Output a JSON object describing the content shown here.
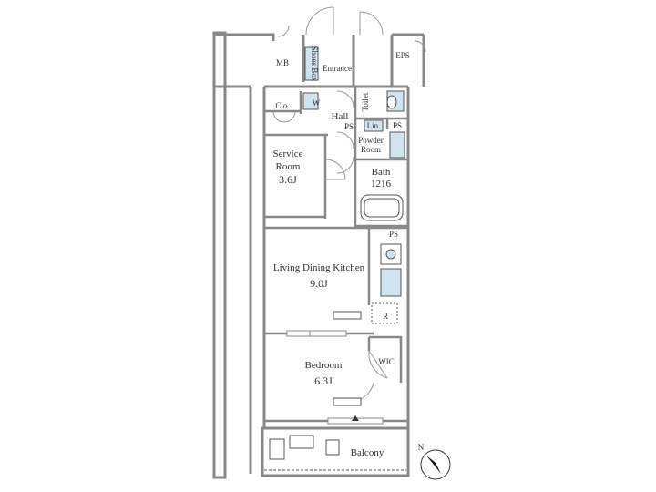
{
  "plan": {
    "rooms": {
      "mb": "MB",
      "shoes_box": "Shoes Box",
      "entrance": "Entrance",
      "eps": "EPS",
      "clo": "Clo.",
      "w": "W",
      "hall": "Hall",
      "toilet": "Toilet",
      "ps_hall": "PS",
      "lin": "Lin.",
      "ps_top": "PS",
      "powder_room_line1": "Powder",
      "powder_room_line2": "Room",
      "service_room_name_line1": "Service",
      "service_room_name_line2": "Room",
      "service_room_size": "3.6J",
      "bath_name": "Bath",
      "bath_size": "1216",
      "ps_kitchen": "PS",
      "ldk_name": "Living Dining Kitchen",
      "ldk_size": "9.0J",
      "r": "R",
      "wic": "WIC",
      "bedroom_name": "Bedroom",
      "bedroom_size": "6.3J",
      "balcony": "Balcony"
    },
    "compass": {
      "label": "N"
    },
    "colors": {
      "wall": "#888888",
      "wall_dark": "#666666",
      "fixture_blue": "#cfe3f0",
      "line": "#555555"
    }
  }
}
